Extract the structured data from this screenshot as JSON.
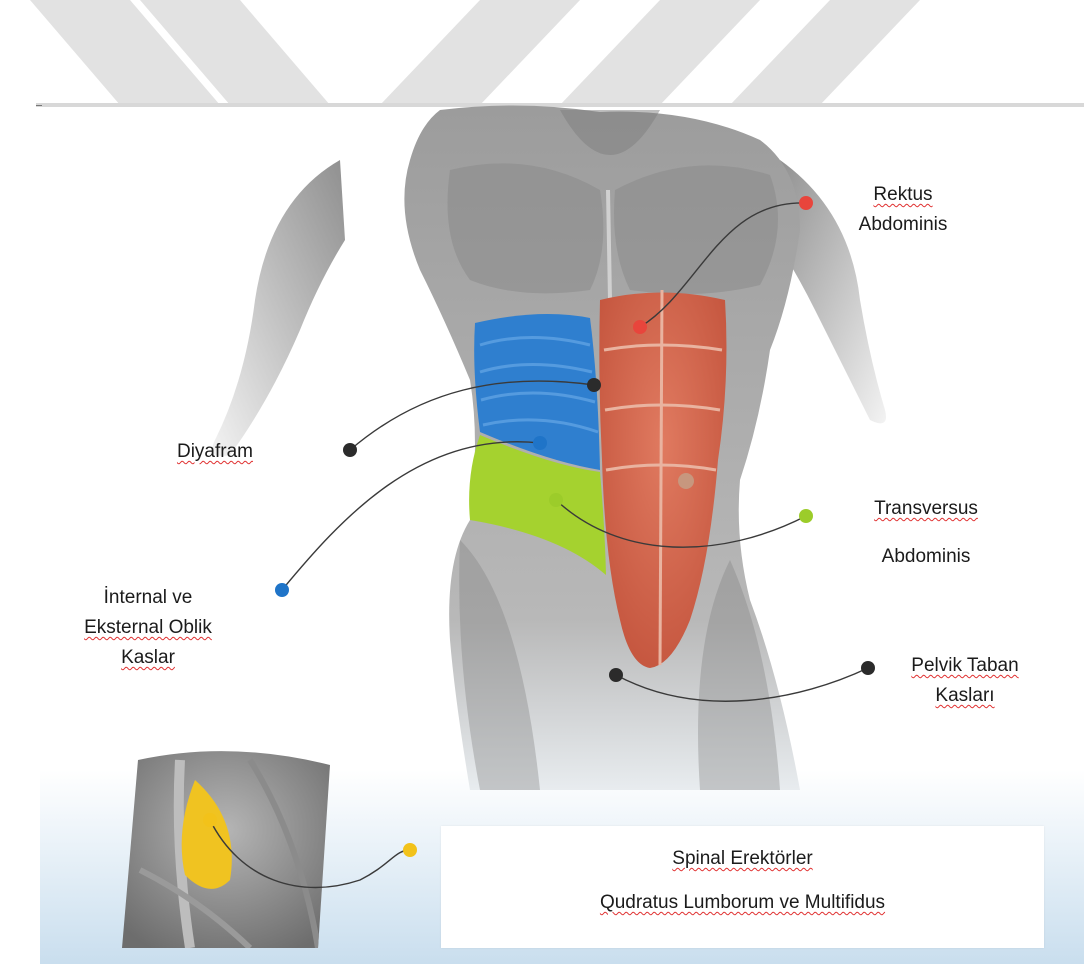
{
  "labels": {
    "rektus_line1": "Rektus",
    "rektus_line2": "Abdominis",
    "diyafram": "Diyafram",
    "transversus_line1": "Transversus",
    "transversus_line2": "Abdominis",
    "oblik_line1": "İnternal ve",
    "oblik_line2": "Eksternal Oblik",
    "oblik_line3": "Kaslar",
    "pelvik_line1": "Pelvik Taban",
    "pelvik_line2": "Kasları",
    "spinal_line1": "Spinal Erektörler",
    "spinal_line2": "Qudratus Lumborum ve Multifidus"
  },
  "colors": {
    "rektus": "#e8453c",
    "diyafram": "#2b2b2b",
    "transversus": "#9ccc2a",
    "oblik": "#1f74c8",
    "pelvik": "#2b2b2b",
    "spinal": "#f2c21a"
  }
}
